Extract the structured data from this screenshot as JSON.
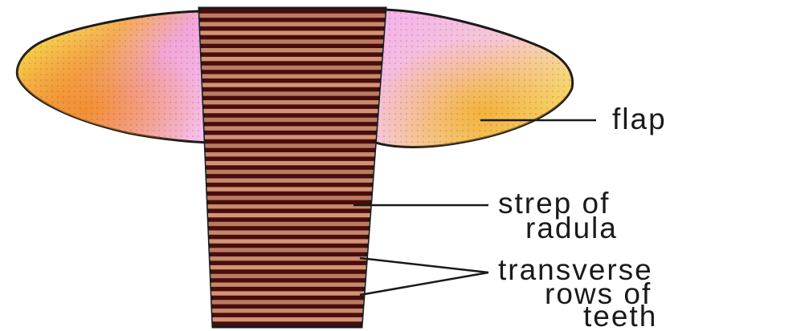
{
  "diagram": {
    "labels": {
      "flap": "flap",
      "strip_line1": "strep of",
      "strip_line2": "radula",
      "teeth_line1": "transverse",
      "teeth_line2": "rows of",
      "teeth_line3": "teeth"
    },
    "colors": {
      "flap_orange": "#f29a2e",
      "flap_yellow": "#f7e64a",
      "flap_pink": "#f4a6e8",
      "strip_dark": "#4a0d0d",
      "tooth_band": "#e0a27e",
      "outline": "#1a1a1a"
    },
    "tooth_row_count": 36
  }
}
